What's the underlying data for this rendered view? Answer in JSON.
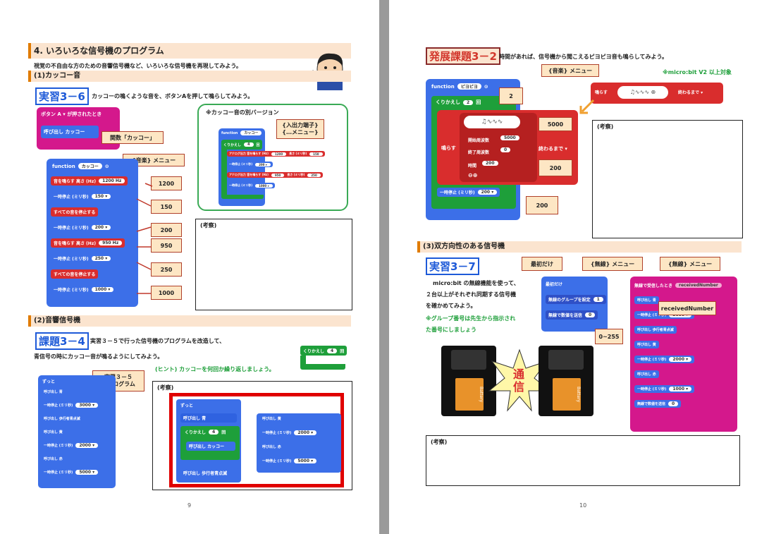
{
  "left_page": {
    "heading": "4. いろいろな信号機のプログラム",
    "intro": "視覚の不自由な方のための音響信号機など、いろいろな信号機を再現してみよう。",
    "sub1": "(1)カッコー音",
    "tag1": "実習3－6",
    "tag1_text": "カッコーの鳴くような音を、ボタンAを押して鳴らしてみよう。",
    "event_block": "ボタン A ▾ が押されたとき",
    "call_block": "呼び出し カッコー",
    "callout_function": "関数「カッコー」",
    "callout_music": "{音楽} メニュー",
    "func_header": "function",
    "func_name": "カッコー",
    "func_rows": [
      {
        "label": "音を鳴らす 高さ (Hz)",
        "value": "1200 Hz",
        "color": "rd",
        "note": "1200"
      },
      {
        "label": "一時停止 (ミリ秒)",
        "value": "150 ▾",
        "color": "bl",
        "note": "150"
      },
      {
        "label": "すべての音を停止する",
        "value": "",
        "color": "rd",
        "note": ""
      },
      {
        "label": "一時停止 (ミリ秒)",
        "value": "200 ▾",
        "color": "bl",
        "note": "200"
      },
      {
        "label": "音を鳴らす 高さ (Hz)",
        "value": "950 Hz",
        "color": "rd",
        "note": "950"
      },
      {
        "label": "一時停止 (ミリ秒)",
        "value": "250 ▾",
        "color": "bl",
        "note": "250"
      },
      {
        "label": "すべての音を停止する",
        "value": "",
        "color": "rd",
        "note": ""
      },
      {
        "label": "一時停止 (ミリ秒)",
        "value": "1000 ▾",
        "color": "bl",
        "note": "1000"
      }
    ],
    "alt_title": "※カッコー音の別バージョン",
    "alt_callout": "{入出力端子}\n{…メニュー}",
    "alt_func": "function",
    "alt_name": "カッコー",
    "alt_repeat": "くりかえし",
    "alt_repeat_n": "4",
    "alt_repeat_unit": "回",
    "alt_rows": [
      {
        "label": "アナログ出力 音を鳴らす (Hz)",
        "v1": "1200",
        "mid": "長さ (ミリ秒)",
        "v2": "150",
        "color": "rd"
      },
      {
        "label": "一時停止 (ミリ秒)",
        "v1": "200 ▾",
        "mid": "",
        "v2": "",
        "color": "bl"
      },
      {
        "label": "アナログ出力 音を鳴らす (Hz)",
        "v1": "950",
        "mid": "長さ (ミリ秒)",
        "v2": "250",
        "color": "rd"
      },
      {
        "label": "一時停止 (ミリ秒)",
        "v1": "1000 ▾",
        "mid": "",
        "v2": "",
        "color": "bl"
      }
    ],
    "kousatsu": "(考察)",
    "sub2": "(2)音響信号機",
    "tag2": "課題3－4",
    "tag2_text": "実習３－５で行った信号機のプログラムを改造して、",
    "tag2_text2": "青信号の時にカッコー音が鳴るようにしてみよう。",
    "hint": "(ヒント) カッコーを何回か繰り返しましょう。",
    "hint_repeat": "くりかえし",
    "hint_n": "4",
    "hint_unit": "回",
    "callout_prog": "実習３－５\nのプログラム",
    "forever": "ずっと",
    "prog_rows": [
      {
        "label": "呼び出し 青",
        "value": ""
      },
      {
        "label": "一時停止 (ミリ秒)",
        "value": "3000 ▾"
      },
      {
        "label": "呼び出し 歩行者青点滅",
        "value": ""
      },
      {
        "label": "呼び出し 黄",
        "value": ""
      },
      {
        "label": "一時停止 (ミリ秒)",
        "value": "2000 ▾"
      },
      {
        "label": "呼び出し 赤",
        "value": ""
      },
      {
        "label": "一時停止 (ミリ秒)",
        "value": "5000 ▾"
      }
    ],
    "kousatsu2": "(考察)",
    "ans_forever": "ずっと",
    "ans_blue": "呼び出し 青",
    "ans_repeat": "くりかえし",
    "ans_n": "4",
    "ans_unit": "回",
    "ans_cuckoo": "呼び出し カッコー",
    "ans_walk": "呼び出し 歩行者青点滅",
    "ans_right": [
      {
        "label": "呼び出し 黄",
        "value": ""
      },
      {
        "label": "一時停止 (ミリ秒)",
        "value": "2000 ▾"
      },
      {
        "label": "呼び出し 赤",
        "value": ""
      },
      {
        "label": "一時停止 (ミリ秒)",
        "value": "5000 ▾"
      }
    ],
    "page_no": "9"
  },
  "right_page": {
    "tag3": "発展課題3－2",
    "tag3_text": "時間があれば、信号機から聞こえるピヨピヨ音も鳴らしてみよう。",
    "callout_music": "{音楽} メニュー",
    "v2_note": "※micro:bit V2 以上対象",
    "func": "function",
    "func_name": "ピヨピヨ",
    "repeat": "くりかえし",
    "repeat_n": "2",
    "repeat_unit": "回",
    "note_2": "2",
    "play": "鳴らす",
    "until_end": "終わるまで ▾",
    "start_freq": "開始周波数",
    "start_val": "5000",
    "end_freq": "終了周波数",
    "end_val": "0",
    "time": "時間",
    "time_val": "200",
    "note_5000": "5000",
    "note_200a": "200",
    "pause": "一時停止 (ミリ秒)",
    "pause_val": "200 ▾",
    "note_200b": "200",
    "kousatsu": "(考察)",
    "sub3": "(3)双方向性のある信号機",
    "tag4": "実習3－7",
    "callout_first": "最初だけ",
    "callout_radio1": "{無線} メニュー",
    "callout_radio2": "{無線} メニュー",
    "desc1": "micro:bit の無線機能を使って、",
    "desc2": "２台以上がそれぞれ同期する信号機",
    "desc3": "を確かめてみよう。",
    "green1": "※グループ番号は先生から指示され",
    "green2": "た番号にしましょう",
    "start_only": "最初だけ",
    "set_group": "無線のグループを設定",
    "group_val": "1",
    "send_num": "無線で数値を送信",
    "send_val": "0",
    "range": "0~255",
    "recv": "無線で受信したとき",
    "recv_var": "receivedNumber",
    "recv_callout": "receivedNumber",
    "recv_rows": [
      {
        "label": "呼び出し 青",
        "value": ""
      },
      {
        "label": "一時停止 (ミリ秒)",
        "value": "3000 ▾"
      },
      {
        "label": "呼び出し 歩行者青点滅",
        "value": ""
      },
      {
        "label": "呼び出し 黄",
        "value": ""
      },
      {
        "label": "一時停止 (ミリ秒)",
        "value": "2000 ▾"
      },
      {
        "label": "呼び出し 赤",
        "value": ""
      },
      {
        "label": "一時停止 (ミリ秒)",
        "value": "1000 ▾"
      },
      {
        "label": "無線で数値を送信",
        "value": "0"
      }
    ],
    "burst": "通\n信",
    "battery": "Battery",
    "kousatsu2": "(考察)",
    "page_no": "10"
  },
  "colors": {
    "pink": "#d4188c",
    "blue": "#3c6fe8",
    "green": "#1e9f3a",
    "red": "#d92d2d",
    "callout": "#fde6c4",
    "accent": "#e07b00"
  }
}
